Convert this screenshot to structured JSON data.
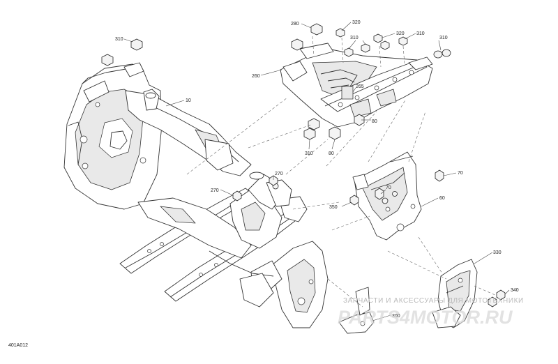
{
  "diagram": {
    "drawing_code": "401A012",
    "labels": {
      "l310a": "310",
      "l10": "10",
      "l280": "280",
      "l320a": "320",
      "l310b": "310",
      "l320b": "320",
      "l310c": "310",
      "l310d": "310",
      "l260": "260",
      "l265": "265",
      "l80a": "80",
      "l310e": "310",
      "l80b": "80",
      "l270a": "270",
      "l270b": "270",
      "l70a": "70",
      "l70b": "70",
      "l60": "60",
      "l350": "350",
      "l330": "330",
      "l340": "340",
      "l300": "300"
    }
  },
  "watermark": {
    "caption": "ЗАПЧАСТИ И АКСЕССУАРЫ ДЛЯ МОТОТЕХНИКИ",
    "logo": "PARTS4MOTOR.RU"
  }
}
